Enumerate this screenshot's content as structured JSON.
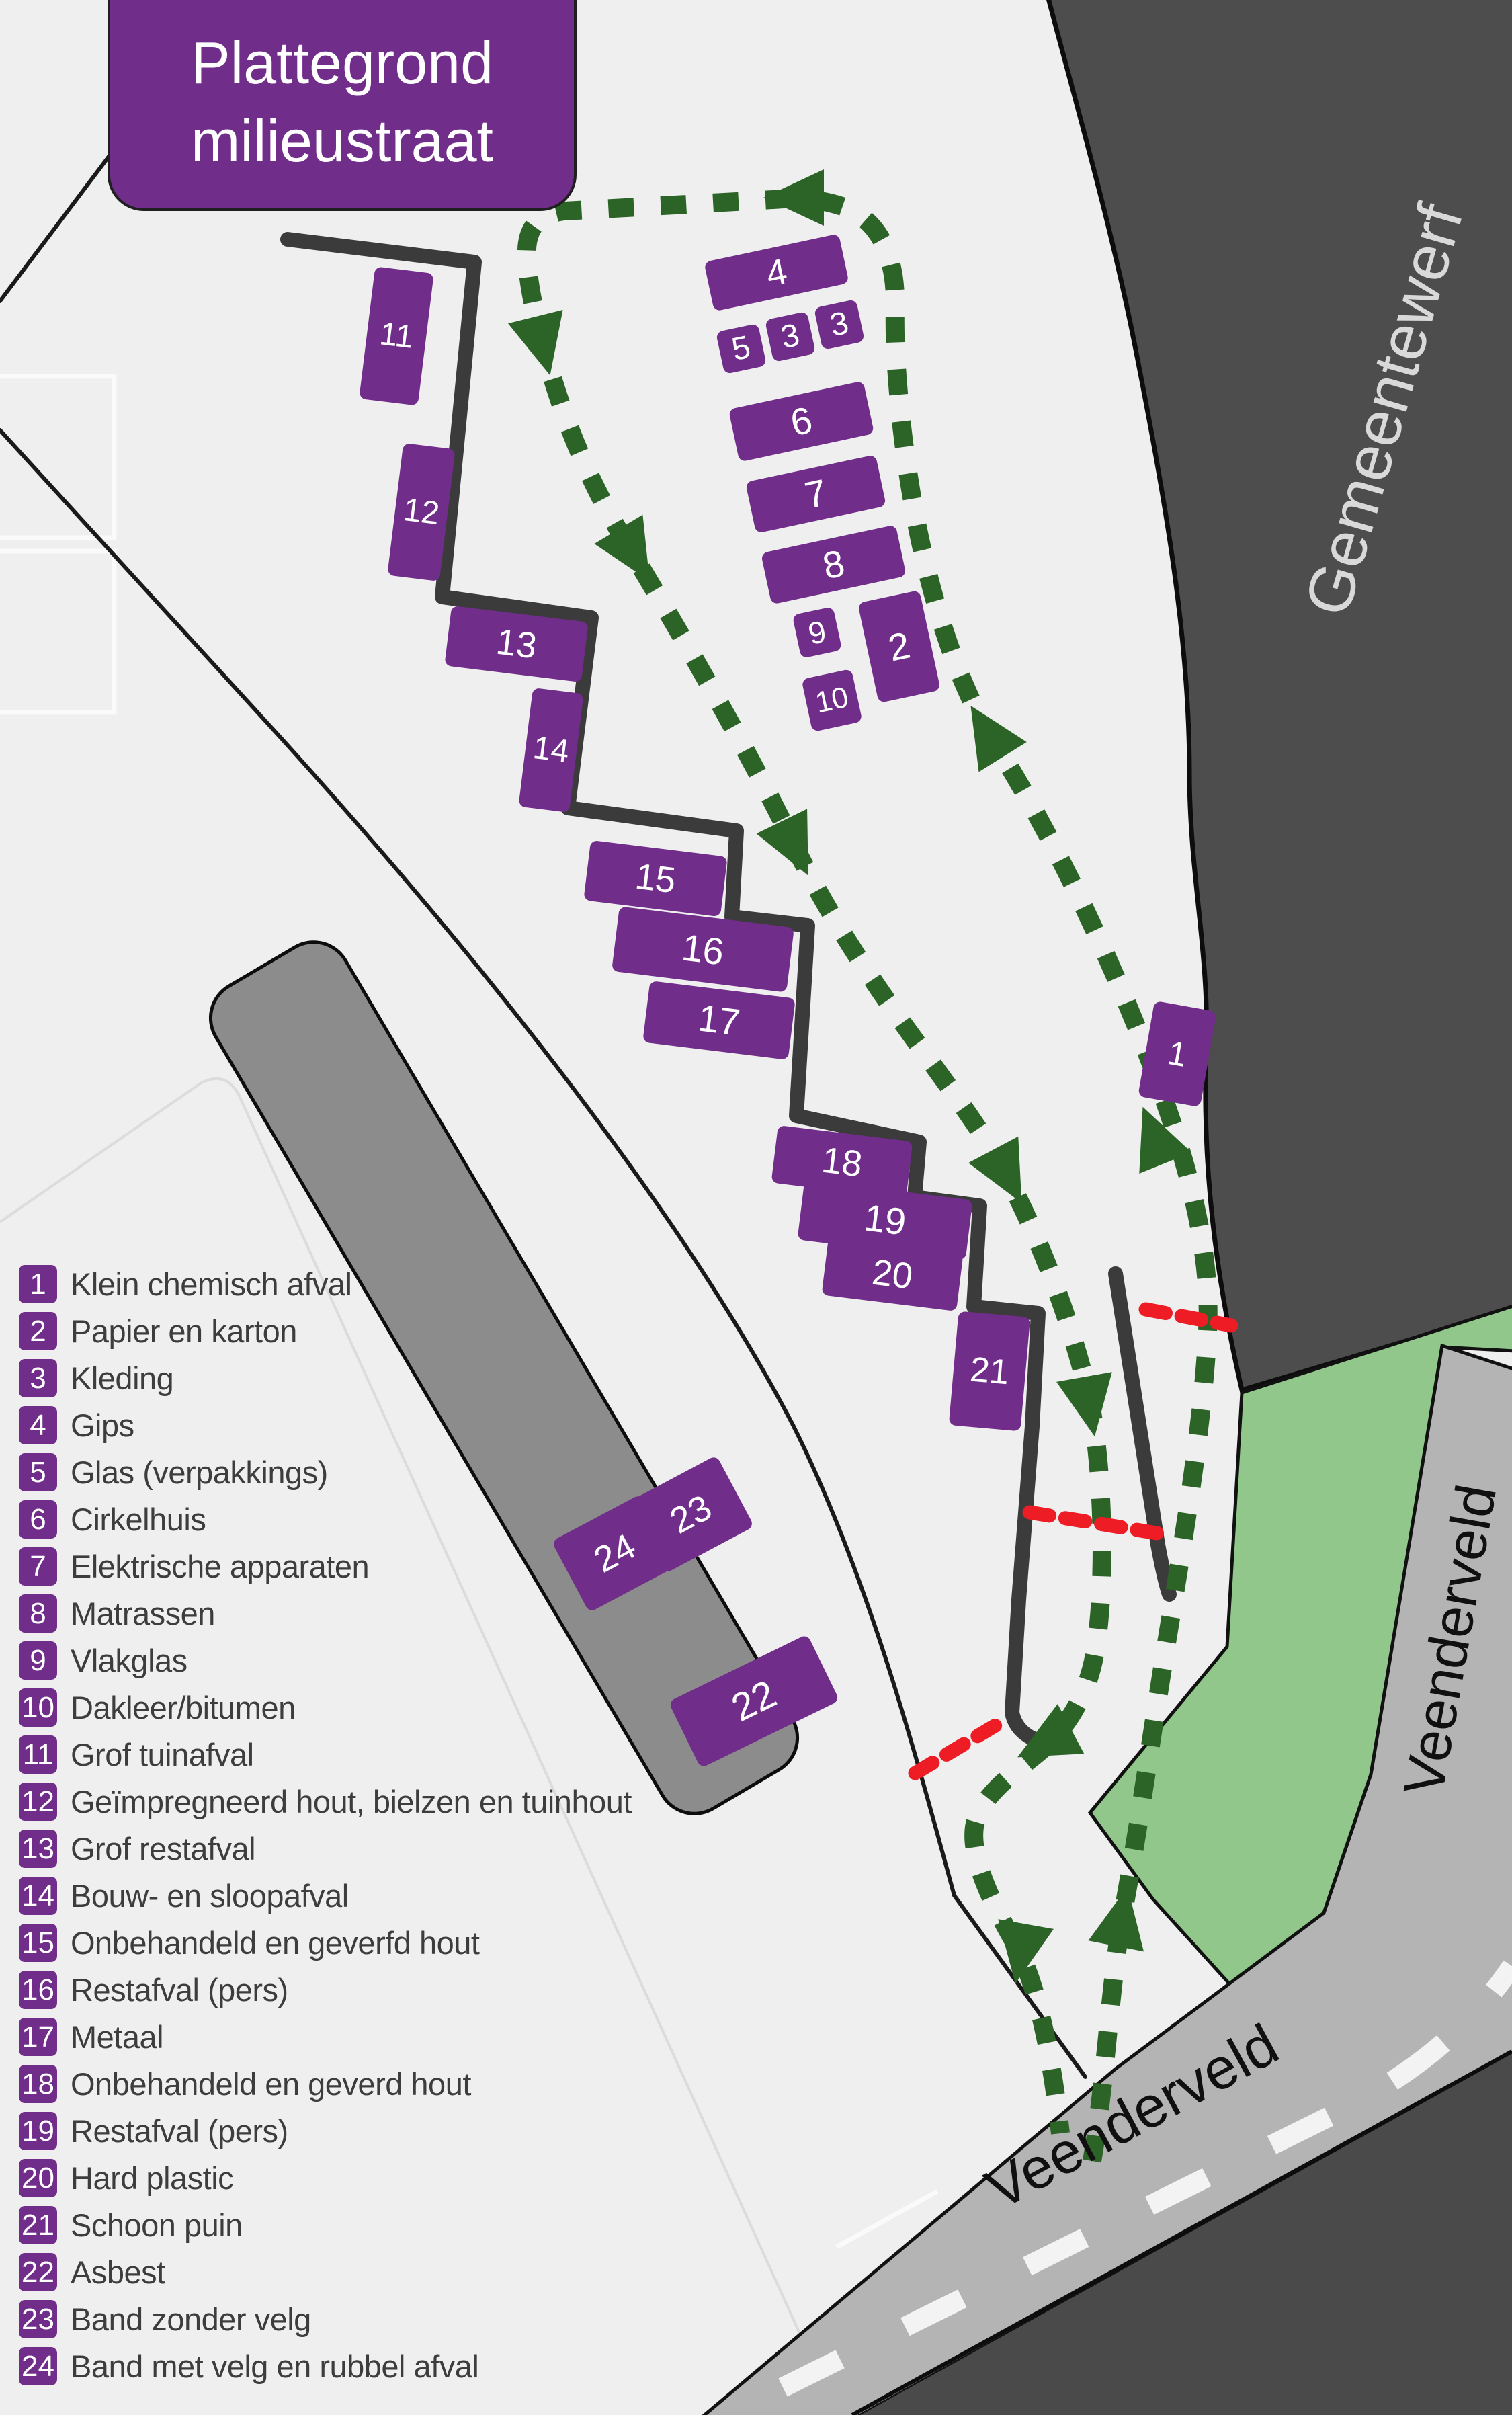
{
  "title": {
    "line1": "Plattegrond",
    "line2": "milieustraat"
  },
  "areas": {
    "gemeentewerf_label": "Gemeentewerf",
    "veenderveld_area_label": "Veenderveld",
    "veenderveld_road_label": "Veenderveld"
  },
  "map": {
    "stations": [
      {
        "label": "4"
      },
      {
        "label": "5"
      },
      {
        "label": "3"
      },
      {
        "label": "3"
      },
      {
        "label": "6"
      },
      {
        "label": "7"
      },
      {
        "label": "8"
      },
      {
        "label": "9"
      },
      {
        "label": "10"
      },
      {
        "label": "2"
      },
      {
        "label": "11"
      },
      {
        "label": "12"
      },
      {
        "label": "13"
      },
      {
        "label": "14"
      },
      {
        "label": "15"
      },
      {
        "label": "16"
      },
      {
        "label": "17"
      },
      {
        "label": "18"
      },
      {
        "label": "19"
      },
      {
        "label": "20"
      },
      {
        "label": "21"
      },
      {
        "label": "1"
      },
      {
        "label": "22"
      },
      {
        "label": "23"
      },
      {
        "label": "24"
      }
    ]
  },
  "legend": {
    "items": [
      {
        "number": "1",
        "label": "Klein chemisch afval"
      },
      {
        "number": "2",
        "label": "Papier en karton"
      },
      {
        "number": "3",
        "label": "Kleding"
      },
      {
        "number": "4",
        "label": "Gips"
      },
      {
        "number": "5",
        "label": "Glas (verpakkings)"
      },
      {
        "number": "6",
        "label": "Cirkelhuis"
      },
      {
        "number": "7",
        "label": "Elektrische apparaten"
      },
      {
        "number": "8",
        "label": "Matrassen"
      },
      {
        "number": "9",
        "label": "Vlakglas"
      },
      {
        "number": "10",
        "label": "Dakleer/bitumen"
      },
      {
        "number": "11",
        "label": "Grof tuinafval"
      },
      {
        "number": "12",
        "label": "Geïmpregneerd hout, bielzen en tuinhout"
      },
      {
        "number": "13",
        "label": "Grof restafval"
      },
      {
        "number": "14",
        "label": "Bouw- en sloopafval"
      },
      {
        "number": "15",
        "label": "Onbehandeld en geverfd hout"
      },
      {
        "number": "16",
        "label": "Restafval (pers)"
      },
      {
        "number": "17",
        "label": "Metaal"
      },
      {
        "number": "18",
        "label": "Onbehandeld en geverd hout"
      },
      {
        "number": "19",
        "label": "Restafval (pers)"
      },
      {
        "number": "20",
        "label": "Hard plastic"
      },
      {
        "number": "21",
        "label": "Schoon puin"
      },
      {
        "number": "22",
        "label": "Asbest"
      },
      {
        "number": "23",
        "label": "Band zonder velg"
      },
      {
        "number": "24",
        "label": "Band met velg en rubbel afval"
      }
    ]
  },
  "colors": {
    "purple": "#712d8a",
    "route_green": "#2c6327",
    "area_green": "#92c78c",
    "dark_area": "#4d4d4d",
    "building_gray": "#8c8c8c",
    "road_gray": "#b4b4b4",
    "wall": "#3b3b3b",
    "stop_red": "#ee1c25",
    "background": "#efefef"
  }
}
